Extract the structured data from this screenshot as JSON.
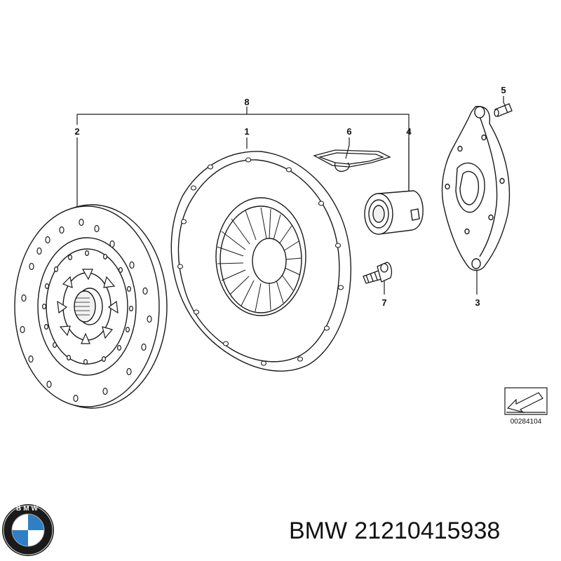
{
  "diagram": {
    "callouts": {
      "p1": "1",
      "p2": "2",
      "p3": "3",
      "p4": "4",
      "p5": "5",
      "p6": "6",
      "p7": "7",
      "p8": "8"
    },
    "reference_code": "00284104"
  },
  "logo": {
    "brand_letters": "BMW",
    "colors": {
      "ring": "#1a1a1a",
      "blue": "#2f7fc6",
      "white": "#ffffff"
    }
  },
  "title": {
    "brand": "BMW",
    "part_number": "21210415938"
  },
  "colors": {
    "line": "#1a1a1a",
    "background": "#ffffff"
  }
}
